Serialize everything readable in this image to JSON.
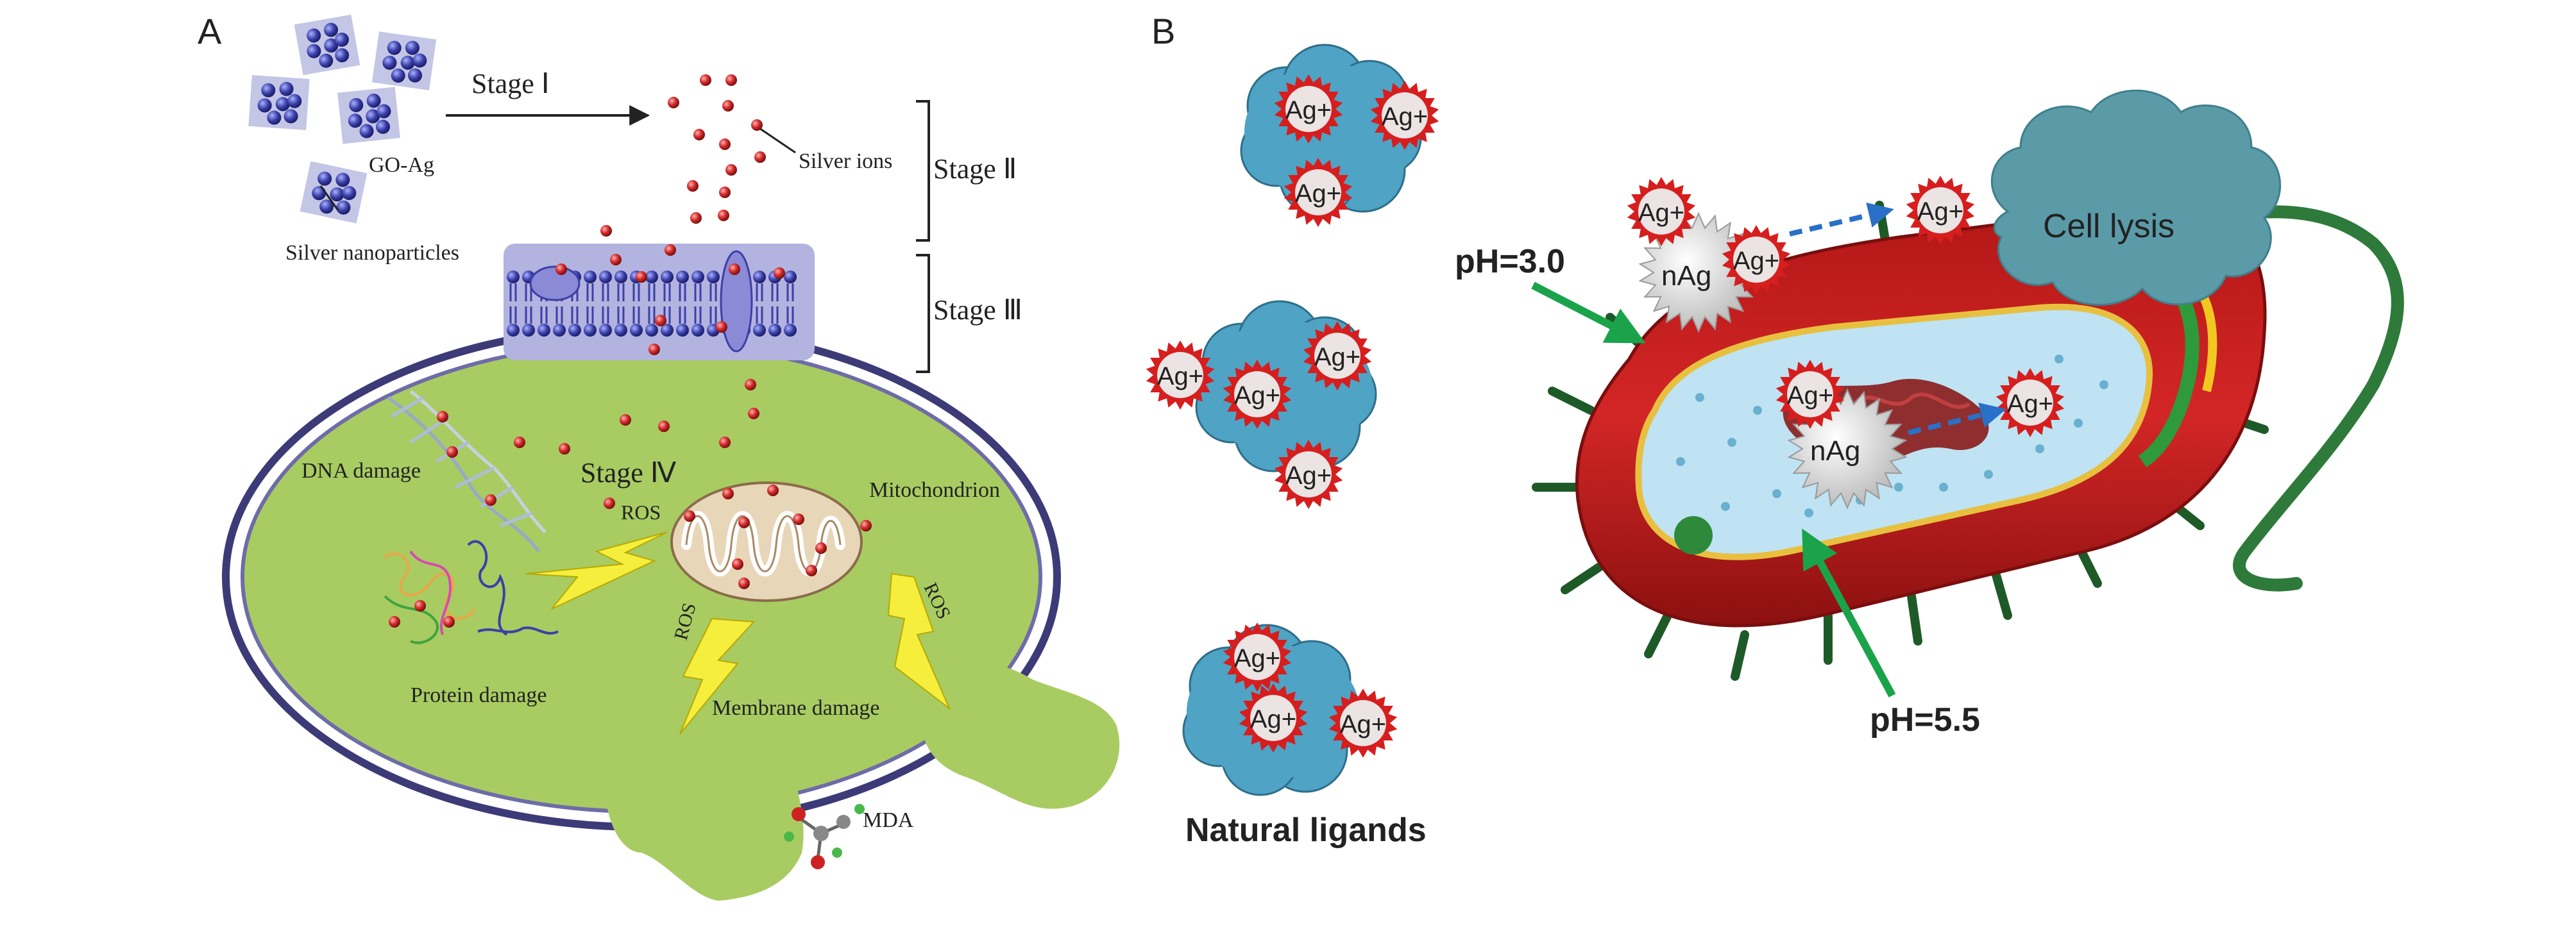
{
  "panel_a": {
    "label": "A",
    "stage1": "Stage Ⅰ",
    "stage2": "Stage Ⅱ",
    "stage3": "Stage Ⅲ",
    "stage4": "Stage Ⅳ",
    "go_ag": "GO-Ag",
    "silver_nanoparticles": "Silver nanoparticles",
    "silver_ions": "Silver ions",
    "dna_damage": "DNA damage",
    "ros": "ROS",
    "mitochondrion": "Mitochondrion",
    "protein_damage": "Protein damage",
    "membrane_damage": "Membrane damage",
    "mda": "MDA"
  },
  "panel_b": {
    "label": "B",
    "ag_ion": "Ag+",
    "nag": "nAg",
    "cell_lysis": "Cell lysis",
    "ph_high": "pH=3.0",
    "ph_low": "pH=5.5",
    "natural_ligands": "Natural ligands"
  },
  "colors": {
    "cell_green": "#a8cc62",
    "membrane_lavender": "#b3b3e0",
    "silver_ion_red": "#cc2222",
    "nanoparticle_blue": "#3b3fa8",
    "ros_yellow": "#f5ee3c",
    "ligand_blue": "#4fa3c4",
    "bacterium_red": "#c42020",
    "cytoplasm_blue": "#bfe3f3",
    "lysis_teal": "#5b9ba8",
    "arrow_green": "#1aa34a",
    "arrow_dashed_blue": "#2a70c8"
  }
}
